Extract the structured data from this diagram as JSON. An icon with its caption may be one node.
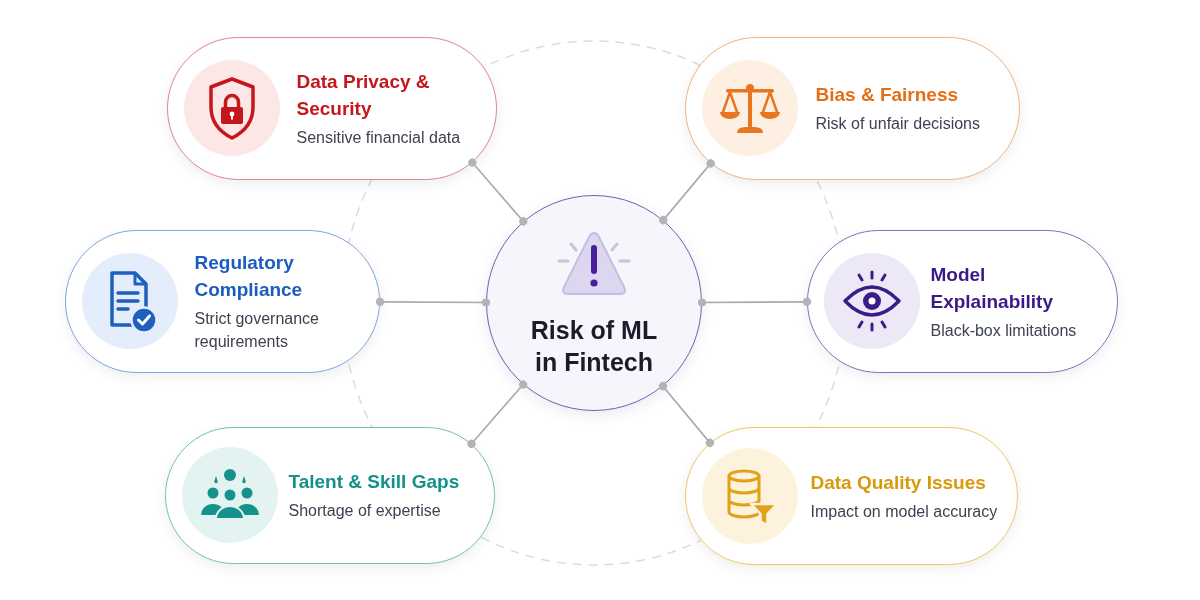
{
  "diagram": {
    "nodes": [
      {
        "text": [
          "Data Privacy & Security",
          "Sensitive financial data"
        ]
      },
      {
        "text": [
          "Bias & Fairness",
          "Risk of unfair decisions"
        ]
      },
      {
        "text": [
          "Regulatory Compliance",
          "Strict governance requirements"
        ]
      },
      {
        "text": [
          "Risk of ML in Fintech"
        ]
      },
      {
        "text": [
          "Model Explainability",
          "Black-box limitations"
        ]
      },
      {
        "text": [
          "Talent & Skill Gaps",
          "Shortage of expertise"
        ]
      },
      {
        "text": [
          "Data Quality Issues",
          "Impact on model accuracy"
        ]
      }
    ],
    "edges": [
      {
        "from": 3,
        "to": 0,
        "arrow": "other"
      },
      {
        "from": 3,
        "to": 1,
        "arrow": "other"
      },
      {
        "from": 3,
        "to": 2,
        "arrow": "other"
      },
      {
        "from": 3,
        "to": 4,
        "arrow": "other"
      },
      {
        "from": 3,
        "to": 5,
        "arrow": "other"
      },
      {
        "from": 3,
        "to": 6,
        "arrow": "other"
      }
    ]
  }
}
